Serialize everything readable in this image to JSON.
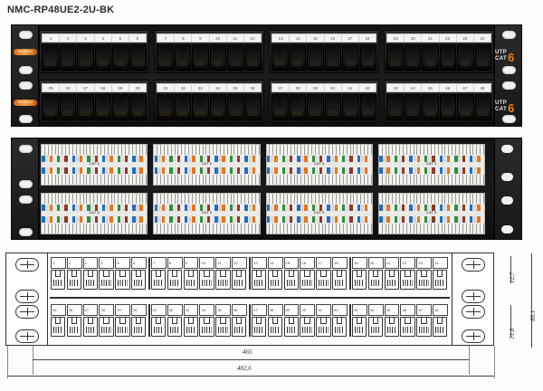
{
  "product": {
    "model": "NMC-RP48UE2-2U-BK",
    "category_badge_text": "UTP CAT",
    "category_badge_number": "6",
    "brand_badge": "NIKOMAX",
    "idc_block_label": "CAT 6",
    "accent_orange": "#ef7c11",
    "chassis_black": "#161616"
  },
  "front_view": {
    "row1_blocks": [
      {
        "ports": [
          "1",
          "2",
          "3",
          "4",
          "5",
          "6"
        ]
      },
      {
        "ports": [
          "7",
          "8",
          "9",
          "10",
          "11",
          "12"
        ]
      },
      {
        "ports": [
          "13",
          "14",
          "15",
          "16",
          "17",
          "18"
        ]
      },
      {
        "ports": [
          "19",
          "20",
          "21",
          "22",
          "23",
          "24"
        ]
      }
    ],
    "row2_blocks": [
      {
        "ports": [
          "25",
          "26",
          "27",
          "28",
          "29",
          "30"
        ]
      },
      {
        "ports": [
          "31",
          "32",
          "33",
          "34",
          "35",
          "36"
        ]
      },
      {
        "ports": [
          "37",
          "38",
          "39",
          "40",
          "41",
          "42"
        ]
      },
      {
        "ports": [
          "43",
          "44",
          "45",
          "46",
          "47",
          "48"
        ]
      }
    ]
  },
  "rear_view": {
    "blocks_per_row": 4,
    "rows": 2,
    "pair_colors": [
      "#1f6fc4",
      "#d8d8d8",
      "#e8761a",
      "#f0f0f0",
      "#2e8f3e",
      "#e0e0e0",
      "#8c3a2a",
      "#ededed"
    ]
  },
  "drawing": {
    "row1_blocks": [
      {
        "ports": [
          "1",
          "2",
          "3",
          "4",
          "5",
          "6"
        ]
      },
      {
        "ports": [
          "7",
          "8",
          "9",
          "10",
          "11",
          "12"
        ]
      },
      {
        "ports": [
          "13",
          "14",
          "15",
          "16",
          "17",
          "18"
        ]
      },
      {
        "ports": [
          "19",
          "20",
          "21",
          "22",
          "23",
          "24"
        ]
      }
    ],
    "row2_blocks": [
      {
        "ports": [
          "25",
          "26",
          "27",
          "28",
          "29",
          "30"
        ]
      },
      {
        "ports": [
          "31",
          "32",
          "33",
          "34",
          "35",
          "36"
        ]
      },
      {
        "ports": [
          "37",
          "38",
          "39",
          "40",
          "41",
          "42"
        ]
      },
      {
        "ports": [
          "43",
          "44",
          "45",
          "46",
          "47",
          "48"
        ]
      }
    ],
    "dimensions": {
      "width_inner": "465",
      "width_outer": "482,6",
      "height_total": "88,1",
      "height_upper": "12,7",
      "height_lower": "31,8"
    }
  }
}
